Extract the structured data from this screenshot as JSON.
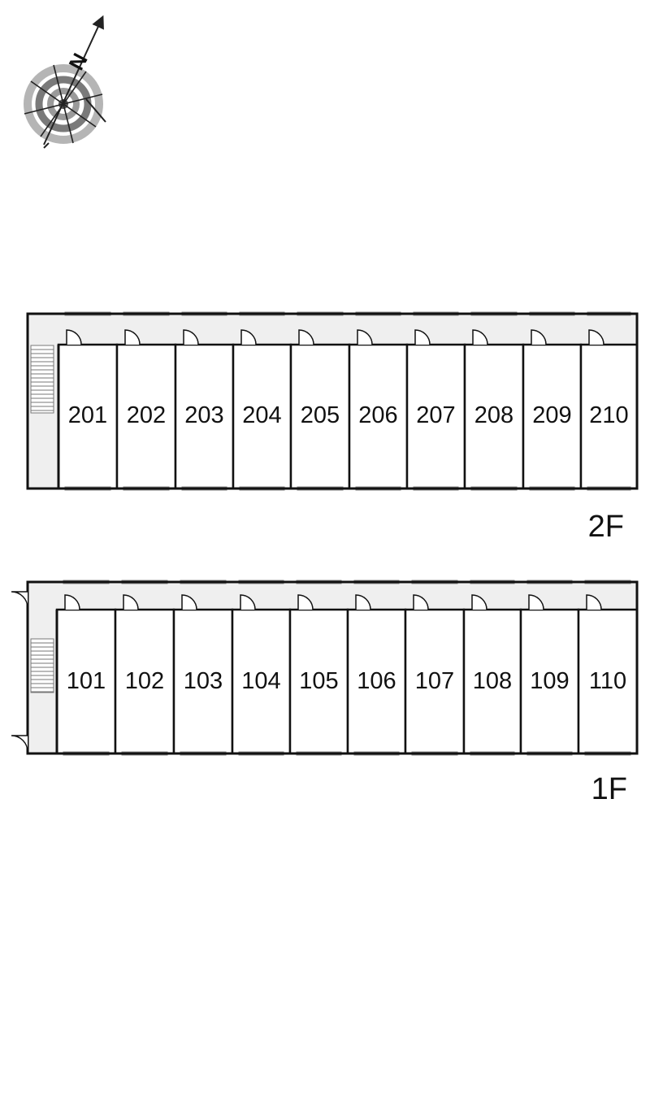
{
  "compass": {
    "north_label": "N",
    "icon": "compass-rose-icon"
  },
  "floors": [
    {
      "id": "2F",
      "label": "2F",
      "units": [
        "201",
        "202",
        "203",
        "204",
        "205",
        "206",
        "207",
        "208",
        "209",
        "210"
      ]
    },
    {
      "id": "1F",
      "label": "1F",
      "units": [
        "101",
        "102",
        "103",
        "104",
        "105",
        "106",
        "107",
        "108",
        "109",
        "110"
      ]
    }
  ],
  "colors": {
    "wall": "#111111",
    "corridor": "#efefef",
    "room": "#ffffff",
    "compass_ring": "#9a9a9a",
    "compass_ring_dark": "#555555"
  }
}
